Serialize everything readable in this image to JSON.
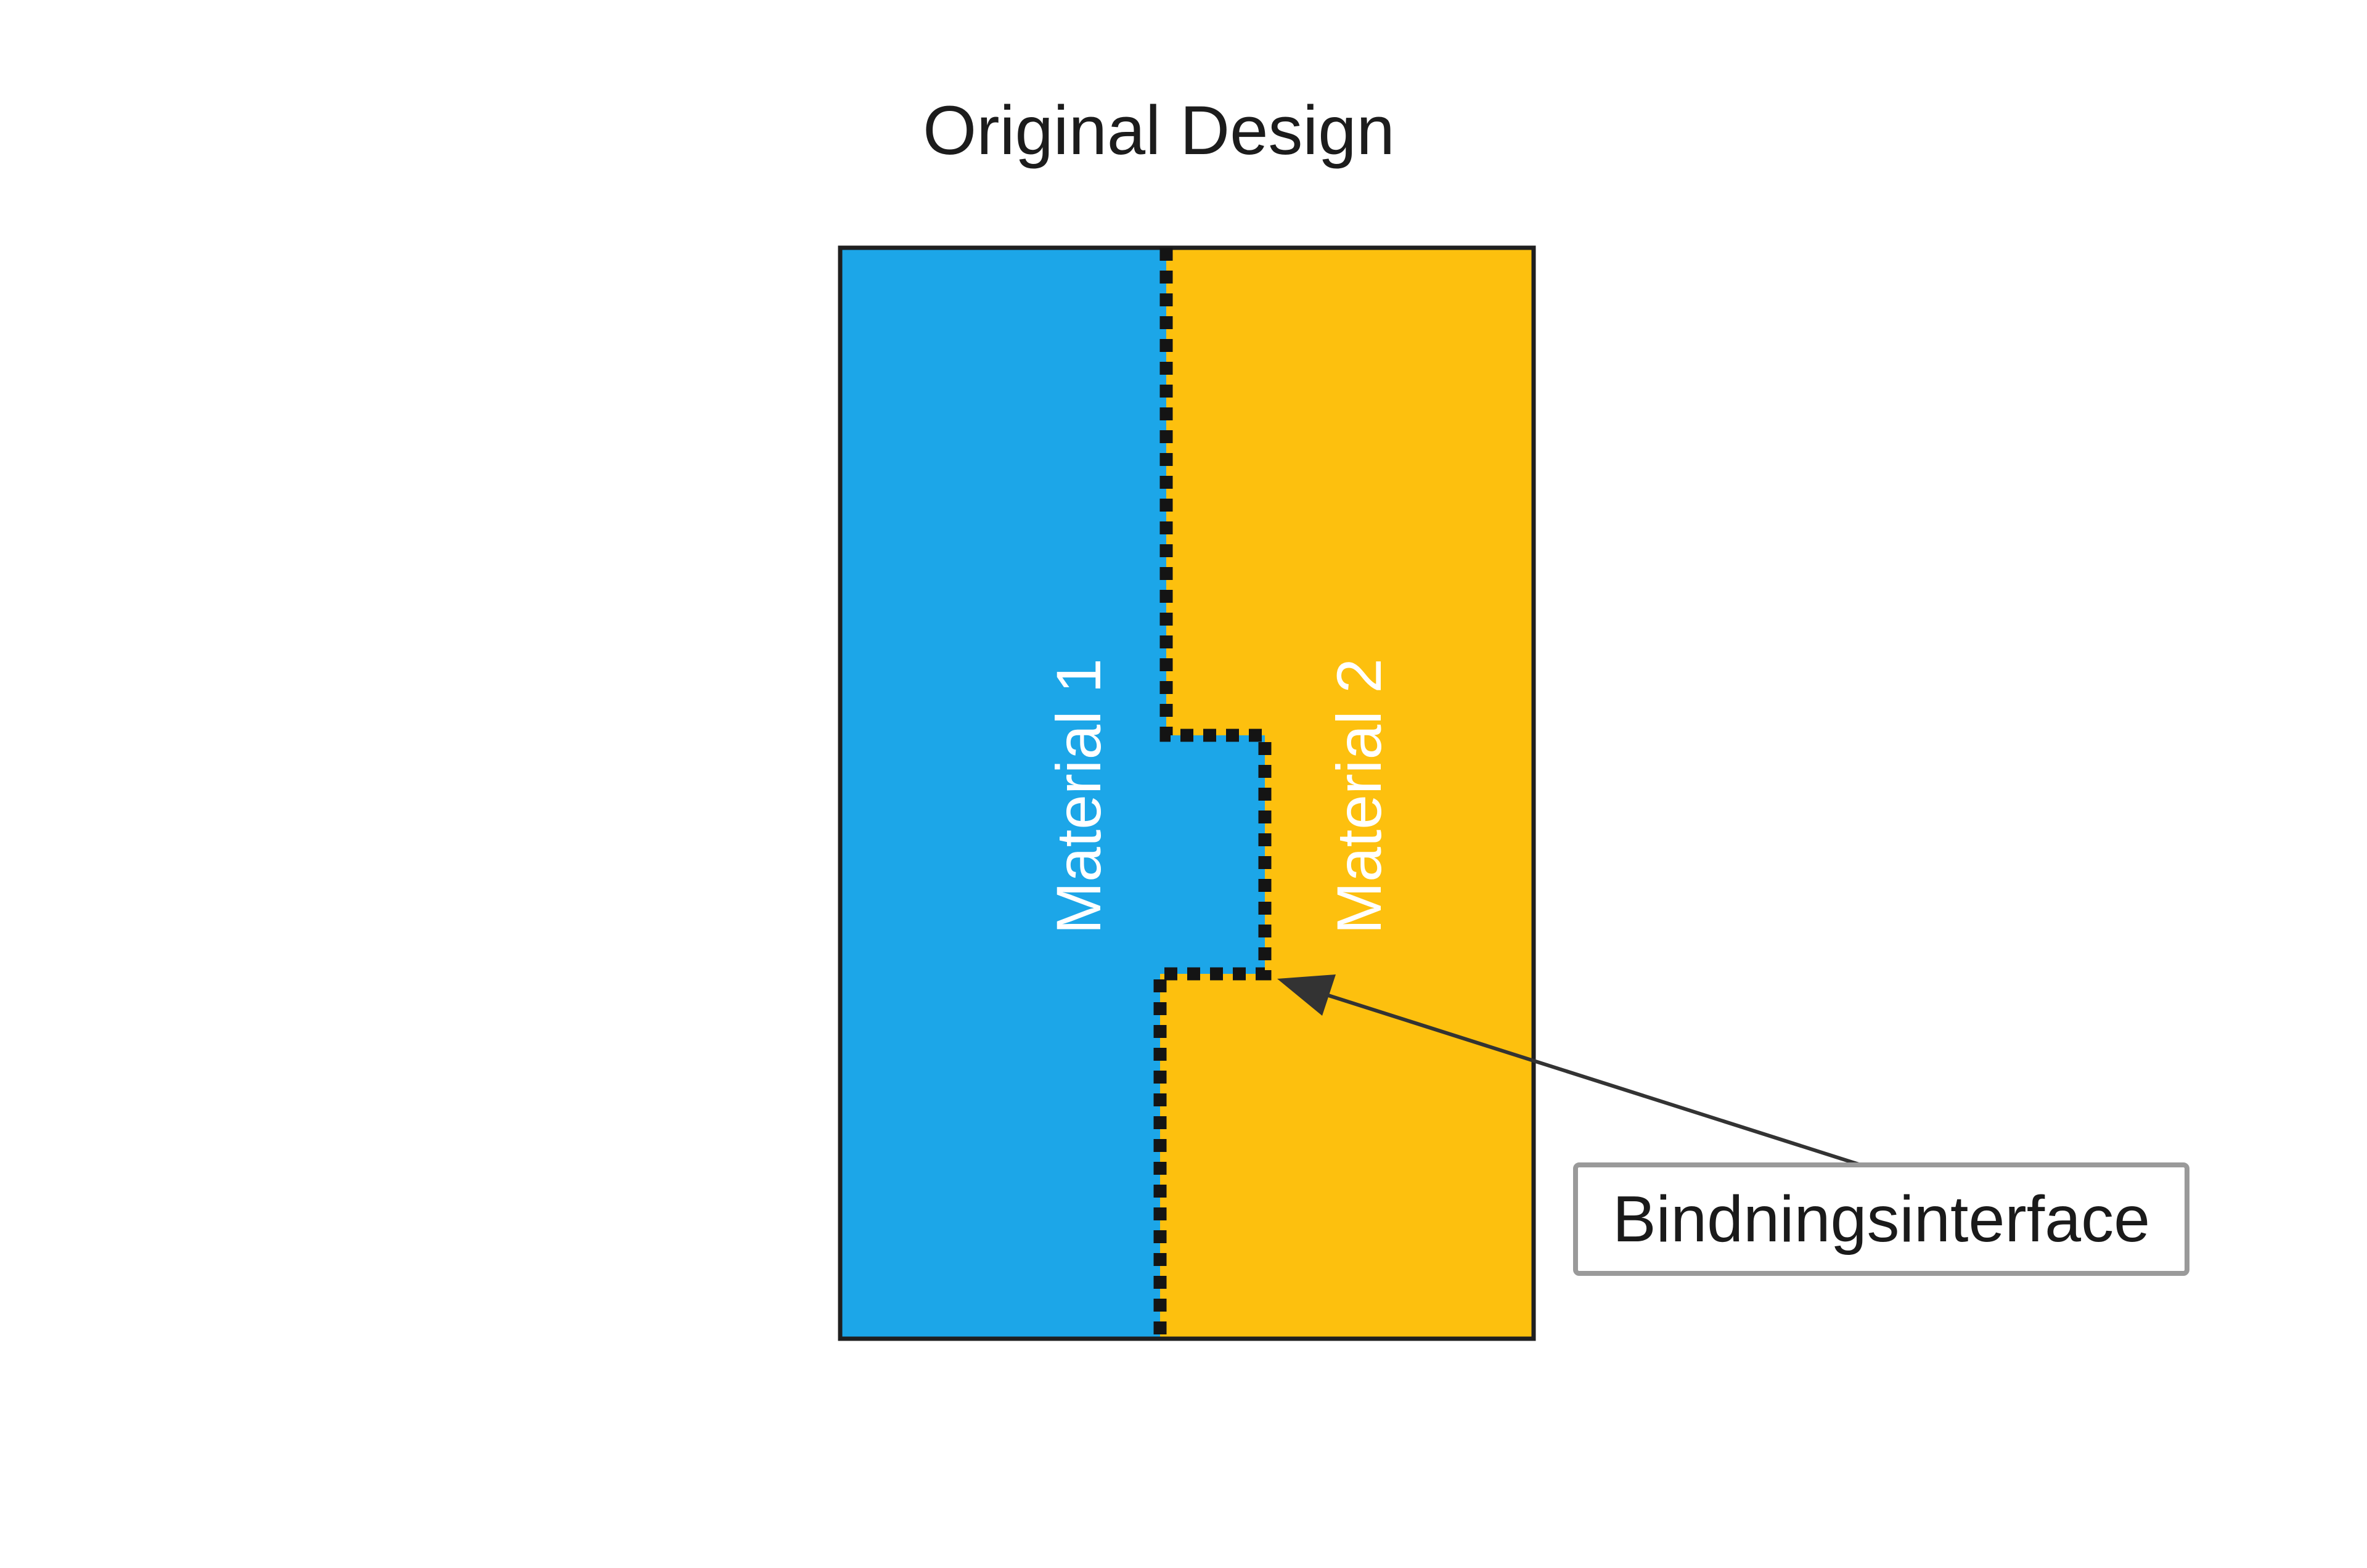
{
  "slide": {
    "title": "Original Design",
    "background": "#ffffff"
  },
  "diagram": {
    "materials": [
      {
        "label": "Material 1",
        "color": "#1CA6E8"
      },
      {
        "label": "Material 2",
        "color": "#FDC00E"
      }
    ],
    "interface": {
      "style": "dotted",
      "color": "#141414"
    },
    "outline_color": "#1f1f1f"
  },
  "arrow": {
    "color": "#333333"
  },
  "callout": {
    "label": "Bindningsinterface",
    "border_color": "#9a9a9a",
    "fill": "#ffffff",
    "text_color": "#1a1a1a"
  }
}
